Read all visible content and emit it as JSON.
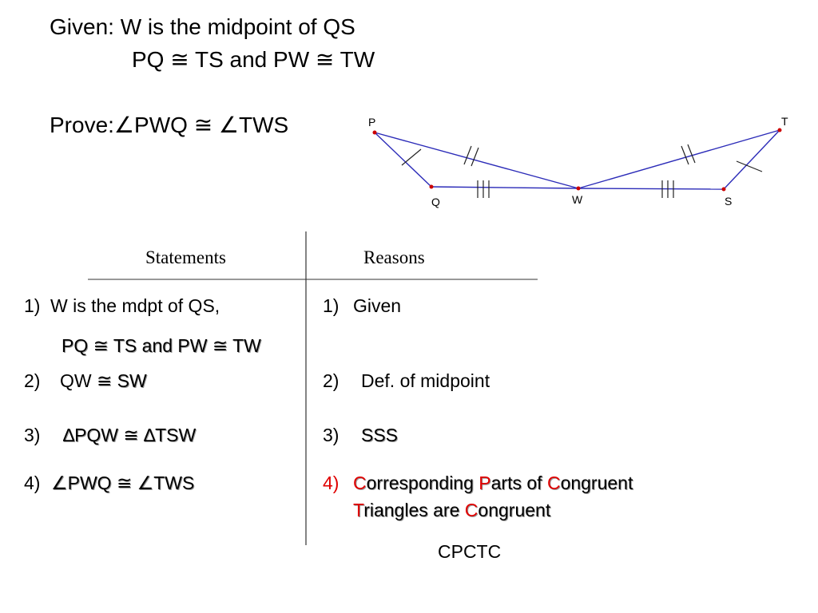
{
  "given": {
    "line1": "Given: W is the midpoint of QS",
    "line2": "PQ ≅ TS and PW ≅ TW",
    "prove": "Prove:∠PWQ ≅ ∠TWS"
  },
  "diagram": {
    "points": {
      "P": "P",
      "T": "T",
      "Q": "Q",
      "W": "W",
      "S": "S"
    },
    "line_color": "#2b2bb8",
    "point_color": "#cc0000"
  },
  "table": {
    "statements_header": "Statements",
    "reasons_header": "Reasons",
    "rows": [
      {
        "num": "1)",
        "statement": "W is the mdpt of QS,",
        "statement_cont": "PQ ≅ TS and PW ≅ TW",
        "rnum": "1)",
        "reason": "Given"
      },
      {
        "num": "2)",
        "statement_plain": "QW ",
        "statement": "≅ SW",
        "rnum": "2)",
        "reason": "Def. of midpoint"
      },
      {
        "num": "3)",
        "statement": "∆PQW ≅ ∆TSW",
        "rnum": "3)",
        "reason": "SSS"
      },
      {
        "num": "4)",
        "statement": "∠PWQ ≅ ∠TWS",
        "rnum": "4)",
        "reason_parts": [
          "C",
          "orresponding ",
          "P",
          "arts of ",
          "C",
          "ongruent"
        ],
        "reason_line2_parts": [
          "T",
          "riangles are ",
          "C",
          "ongruent"
        ]
      }
    ]
  },
  "footer": {
    "abbrev": "CPCTC"
  },
  "colors": {
    "accent_red": "#e00000"
  }
}
